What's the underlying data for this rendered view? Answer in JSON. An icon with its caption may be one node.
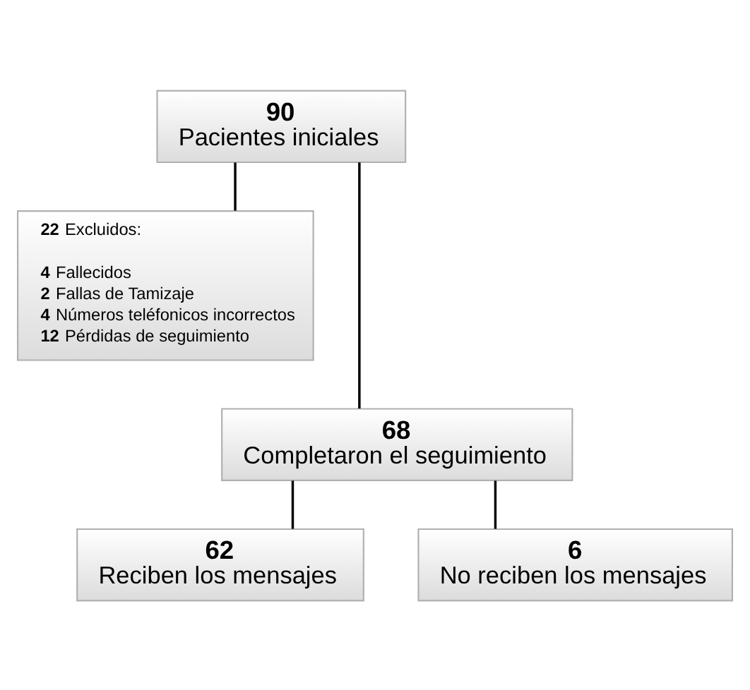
{
  "diagram": {
    "nodes": [
      {
        "text": [
          "90",
          "Pacientes iniciales"
        ]
      },
      {
        "text": [
          "**22** Excluidos:",
          "**4** Fallecidos",
          "**2** Fallas de Tamizaje",
          "**4** Números teléfonicos incorrectos",
          "**12** Pérdidas de seguimiento"
        ]
      },
      {
        "text": [
          "68",
          "Completaron el seguimiento"
        ]
      },
      {
        "text": [
          "62",
          "Reciben los mensajes"
        ]
      },
      {
        "text": [
          "6",
          "No reciben los mensajes"
        ]
      }
    ],
    "edges": [
      {
        "from": 0,
        "to": 1,
        "arrow": "none"
      },
      {
        "from": 0,
        "to": 2,
        "arrow": "none"
      },
      {
        "from": 2,
        "to": 3,
        "arrow": "none"
      },
      {
        "from": 2,
        "to": 4,
        "arrow": "none"
      }
    ]
  }
}
